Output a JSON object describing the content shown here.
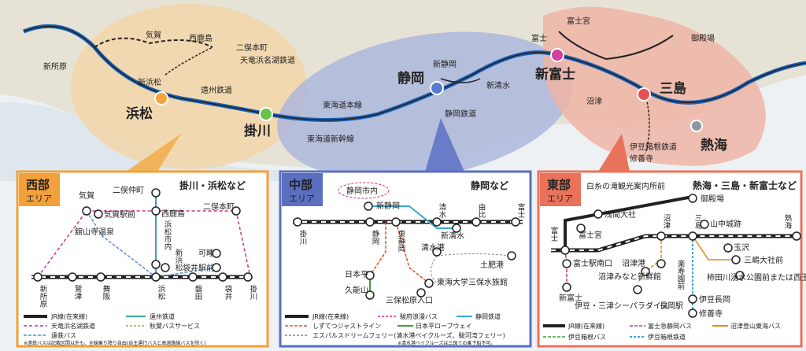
{
  "overview": {
    "stations_major": [
      "浜松",
      "掛川",
      "静岡",
      "新富士",
      "三島",
      "熱海"
    ],
    "stations_minor": [
      "新所原",
      "気賀",
      "西鹿島",
      "二俣本町",
      "新浜松",
      "新静岡",
      "新清水",
      "富士宮",
      "富士",
      "沼津",
      "御殿場",
      "修善寺"
    ],
    "lines": [
      "天竜浜名湖鉄道",
      "遠州鉄道",
      "東海道本線",
      "東海道新幹線",
      "静岡鉄道",
      "伊豆箱根鉄道"
    ]
  },
  "areas": {
    "west": {
      "tag": [
        "西部",
        "エリア"
      ],
      "subtitle": "掛川・浜松など",
      "stations": [
        "新所原",
        "鷲津",
        "舞阪",
        "浜松",
        "磐田",
        "袋井",
        "掛川",
        "気賀",
        "気賀駅前",
        "舘山寺温泉",
        "二俣仲町",
        "西鹿島",
        "二俣本町",
        "浜松市内",
        "新浜松",
        "可睡",
        "袋井駅前"
      ],
      "legend": [
        "JR線(在来線)",
        "遠州鉄道",
        "天竜浜名湖鉄道",
        "秋葉バスサービス",
        "遠鉄バス"
      ],
      "legend_note": "※遠鉄バスは記載区間以外も、全線乗り降り自由(自主運行バスと高速路線バスを除く)"
    },
    "central": {
      "tag": [
        "中部",
        "エリア"
      ],
      "subtitle": "静岡など",
      "stations": [
        "静岡市内",
        "掛川",
        "静岡",
        "東静岡",
        "清水",
        "由比",
        "富士",
        "新静岡",
        "新清水",
        "清水港",
        "土肥港",
        "日本平",
        "久能山",
        "東海大学三保水族館",
        "三保松原入口"
      ],
      "legend": [
        "JR線(在来線)",
        "駿府浪漫バス",
        "静岡鉄道",
        "しずてつジャストライン",
        "日本平ロープウェイ",
        "エスパルスドリームフェリー(清水港ベイクルーズ、駿河湾フェリー)"
      ],
      "legend_note": "※清水港ベイクルーズは三保での乗下船不可。"
    },
    "east": {
      "tag": [
        "東部",
        "エリア"
      ],
      "subtitle": "熱海・三島・新富士など",
      "stations": [
        "白糸の滝観光案内所前",
        "御殿場",
        "浅間大社",
        "富士宮",
        "富士",
        "山中城跡",
        "沼津",
        "三島",
        "熱海",
        "玉沢",
        "富士駅南口",
        "沼津港",
        "三嶋大社前",
        "沼津みなと新鮮館",
        "楽寿園前",
        "柿田川湧水公園前または西玉川",
        "新富士",
        "伊豆長岡",
        "長岡駅",
        "伊豆・三津シーパラダイス",
        "修善寺"
      ],
      "legend": [
        "JR線(在来線)",
        "富士急静岡バス",
        "沼津登山東海バス",
        "伊豆箱根バス",
        "伊豆箱根鉄道"
      ]
    }
  }
}
